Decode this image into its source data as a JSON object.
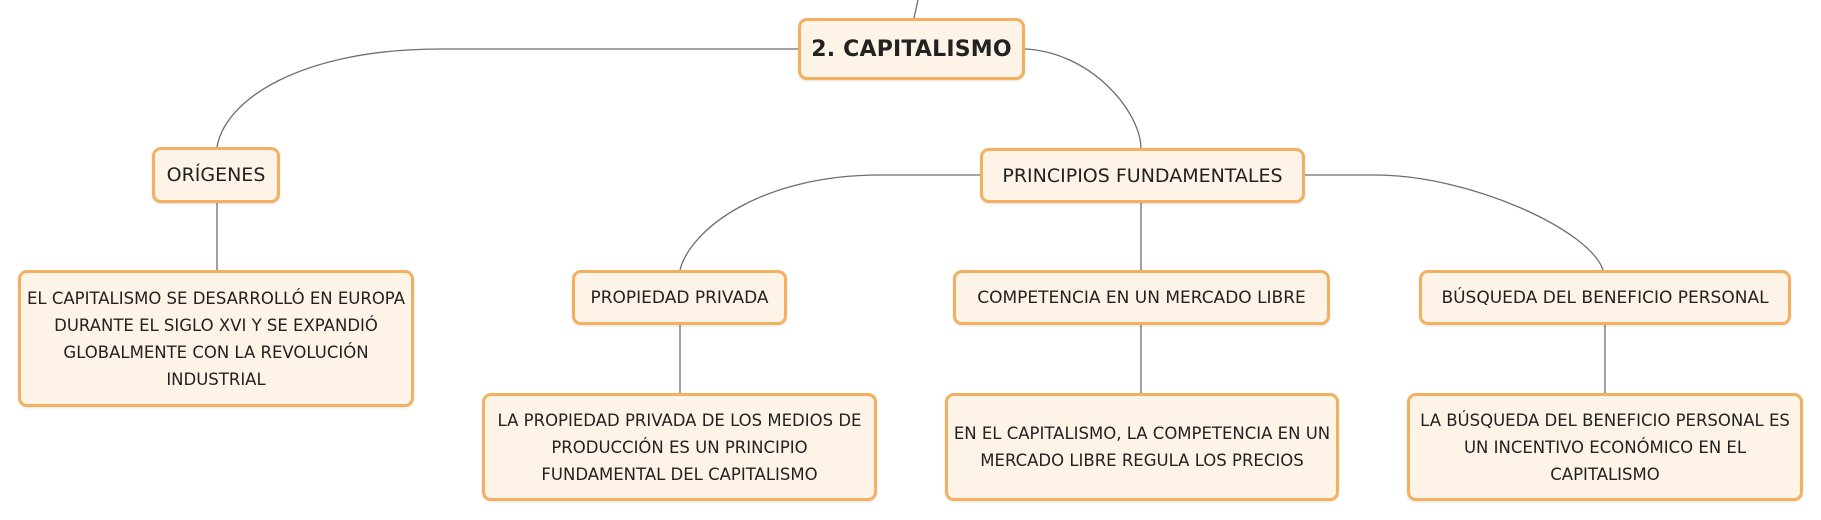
{
  "colors": {
    "node_fill": "#fdf3e7",
    "node_border": "#f3b061",
    "connector": "#6e6e6e"
  },
  "diagram": {
    "root": "2. CAPITALISMO",
    "origins": {
      "label": "ORÍGENES",
      "detail": "EL CAPITALISMO SE DESARROLLÓ EN EUROPA DURANTE EL SIGLO XVI Y SE EXPANDIÓ GLOBALMENTE CON LA REVOLUCIÓN INDUSTRIAL"
    },
    "principles": {
      "label": "PRINCIPIOS FUNDAMENTALES",
      "items": [
        {
          "label": "PROPIEDAD PRIVADA",
          "detail": "LA PROPIEDAD PRIVADA DE LOS MEDIOS DE PRODUCCIÓN ES UN PRINCIPIO FUNDAMENTAL DEL CAPITALISMO"
        },
        {
          "label": "COMPETENCIA EN UN MERCADO LIBRE",
          "detail": "EN EL CAPITALISMO, LA COMPETENCIA EN UN MERCADO LIBRE REGULA LOS PRECIOS"
        },
        {
          "label": "BÚSQUEDA DEL BENEFICIO PERSONAL",
          "detail": "LA BÚSQUEDA DEL BENEFICIO PERSONAL ES UN INCENTIVO ECONÓMICO EN EL CAPITALISMO"
        }
      ]
    }
  }
}
